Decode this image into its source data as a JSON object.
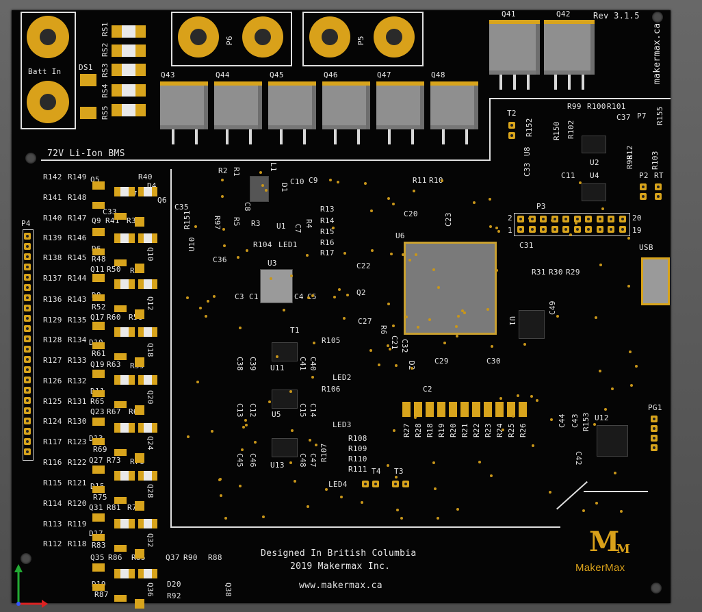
{
  "board": {
    "revision": "Rev 3.1.5",
    "website_vertical": "makermax.ca",
    "title": "72V Li-Ion BMS",
    "designed_line1": "Designed In British Columbia",
    "designed_line2": "2019 Makermax Inc.",
    "url": "www.makermax.ca",
    "logo_mark": "M",
    "logo_sub": "M",
    "logo_text": "MakerMax",
    "colors": {
      "board": "#050505",
      "copper": "#d8a41c",
      "silk": "#e6e6e6",
      "component": "#8f8f8f"
    }
  },
  "connectors": {
    "batt_in": "Batt In",
    "p6": "P6",
    "p5": "P5",
    "p4": "P4",
    "p3": "P3",
    "p3_pin2": "2",
    "p3_pin1": "1",
    "p3_pin20": "20",
    "p3_pin19": "19",
    "p7": "P7",
    "p2": "P2",
    "rt": "RT",
    "usb": "USB",
    "pg1": "PG1",
    "t1": "T1",
    "t2": "T2",
    "t3": "T3",
    "t4": "T4"
  },
  "top_labels": {
    "ds1": "DS1",
    "rs1": "RS1",
    "rs2": "RS2",
    "rs3": "RS3",
    "rs4": "RS4",
    "rs5": "RS5",
    "q41": "Q41",
    "q42": "Q42",
    "q43": "Q43",
    "q44": "Q44",
    "q45": "Q45",
    "q46": "Q46",
    "q47": "Q47",
    "q48": "Q48"
  },
  "right_labels": {
    "r99": "R99",
    "r100": "R100",
    "r101": "R101",
    "c37": "C37",
    "r155": "R155",
    "r152": "R152",
    "r150": "R150",
    "u8": "U8",
    "c33": "C33",
    "r102": "R102",
    "r12": "R12",
    "r98": "R98",
    "r103": "R103",
    "u2": "U2",
    "c11": "C11",
    "u4": "U4",
    "r11": "R11",
    "r10": "R10",
    "c20": "C20",
    "c23": "C23",
    "u6": "U6",
    "c31": "C31",
    "r31": "R31",
    "r30": "R30",
    "r29": "R29",
    "c49": "C49",
    "u1b": "U1",
    "c22": "C22",
    "q2": "Q2",
    "c27": "C27",
    "r6": "R6",
    "c21": "C21",
    "c32": "C32",
    "d2": "D2",
    "c29": "C29",
    "c30": "C30",
    "c2": "C2",
    "c44": "C44",
    "c43": "C43",
    "r153": "R153",
    "c42": "C42",
    "u12": "U12"
  },
  "bottom_resistors": [
    "R27",
    "R28",
    "R18",
    "R19",
    "R20",
    "R21",
    "R22",
    "R23",
    "R24",
    "R25",
    "R26"
  ],
  "center_labels": {
    "r2": "R2",
    "r1": "R1",
    "l1": "L1",
    "d1": "D1",
    "c10": "C10",
    "c9": "C9",
    "c35": "C35",
    "r151": "R151",
    "r97": "R97",
    "c8": "C8",
    "r5": "R5",
    "r3": "R3",
    "u1": "U1",
    "c7": "C7",
    "r4": "R4",
    "r13": "R13",
    "r14": "R14",
    "r15": "R15",
    "r16": "R16",
    "r17": "R17",
    "u10": "U10",
    "c36": "C36",
    "r104": "R104",
    "led1": "LED1",
    "u3": "U3",
    "c3": "C3",
    "c1": "C1",
    "c4": "C4",
    "c5": "C5",
    "r105": "R105",
    "c38": "C38",
    "c39": "C39",
    "u11": "U11",
    "c41": "C41",
    "c40": "C40",
    "led2": "LED2",
    "r106": "R106",
    "c13": "C13",
    "c12": "C12",
    "u5": "U5",
    "c15": "C15",
    "c14": "C14",
    "led3": "LED3",
    "c45": "C45",
    "c46": "C46",
    "u13": "U13",
    "c48": "C48",
    "c47": "C47",
    "r107": "R107",
    "r108": "R108",
    "r109": "R109",
    "r110": "R110",
    "r111": "R111",
    "led4": "LED4"
  },
  "left_labels": [
    [
      "R142",
      "R149"
    ],
    [
      "R141",
      "R148"
    ],
    [
      "R140",
      "R147"
    ],
    [
      "R139",
      "R146"
    ],
    [
      "R138",
      "R145"
    ],
    [
      "R137",
      "R144"
    ],
    [
      "R136",
      "R143"
    ],
    [
      "R129",
      "R135"
    ],
    [
      "R128",
      "R134"
    ],
    [
      "R127",
      "R133"
    ],
    [
      "R126",
      "R132"
    ],
    [
      "R125",
      "R131"
    ],
    [
      "R124",
      "R130"
    ],
    [
      "R117",
      "R123"
    ],
    [
      "R116",
      "R122"
    ],
    [
      "R115",
      "R121"
    ],
    [
      "R114",
      "R120"
    ],
    [
      "R113",
      "R119"
    ],
    [
      "R112",
      "R118"
    ]
  ],
  "left_mid_labels": {
    "q5": "Q5",
    "r40": "R40",
    "d4": "D4",
    "r37": "R37",
    "q6": "Q6",
    "c33b": "C33",
    "q9": "Q9",
    "r41": "R41",
    "r35": "R35",
    "d6": "D6",
    "r48": "R48",
    "q10": "Q10",
    "q11": "Q11",
    "r50": "R50",
    "r47": "R47",
    "d8": "D8",
    "r52": "R52",
    "q12": "Q12",
    "q17": "Q17",
    "r60": "R60",
    "r58": "R58",
    "d10": "D10",
    "r61": "R61",
    "q18": "Q18",
    "q19": "Q19",
    "r63": "R63",
    "r59": "R59",
    "d11": "D11",
    "r65": "R65",
    "q20": "Q20",
    "q23": "Q23",
    "r67": "R67",
    "r64": "R64",
    "d13": "D13",
    "r69": "R69",
    "q24": "Q24",
    "q27": "Q27",
    "r73": "R73",
    "r71": "R71",
    "d15": "D15",
    "r75": "R75",
    "q28": "Q28",
    "q31": "Q31",
    "r81": "R81",
    "r79": "R79",
    "d17": "D17",
    "r83": "R83",
    "q32": "Q32",
    "q35": "Q35",
    "r86": "R86",
    "r85": "R85",
    "d19": "D19",
    "r87": "R87",
    "q36": "Q36",
    "q37": "Q37",
    "r90": "R90",
    "r88": "R88",
    "d20": "D20",
    "r92": "R92",
    "q38": "Q38"
  }
}
